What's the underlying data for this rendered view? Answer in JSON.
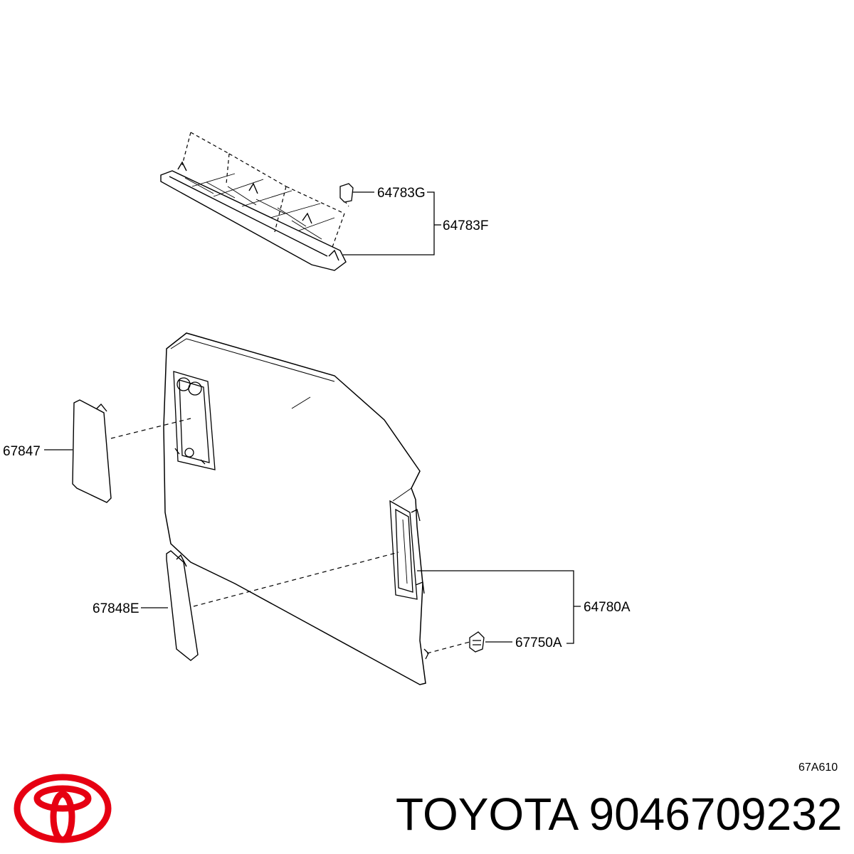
{
  "parts": {
    "p64783G": "64783G",
    "p64783F": "64783F",
    "p67847": "67847",
    "p67848E": "67848E",
    "p64780A": "64780A",
    "p67750A": "67750A"
  },
  "diagram_code": "67A610",
  "footer": {
    "brand": "TOYOTA",
    "part_number": "9046709232"
  },
  "logo": {
    "name": "toyota-logo",
    "color": "#e60012"
  },
  "line_color": "#000000"
}
